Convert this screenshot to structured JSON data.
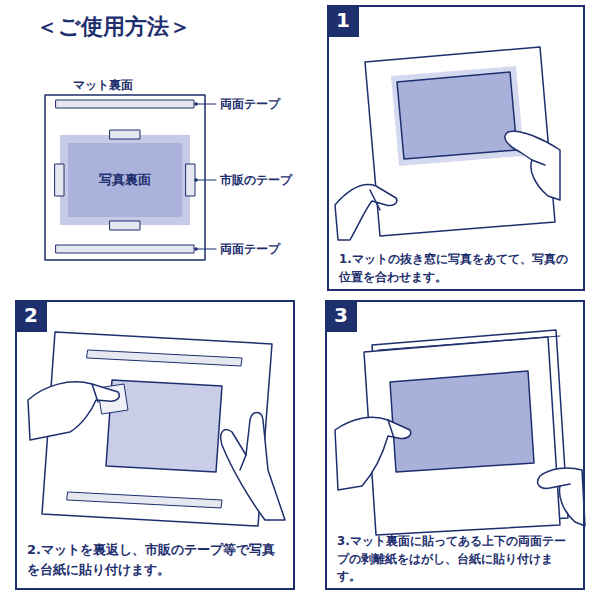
{
  "diagram": {
    "title": "＜ご使用方法＞",
    "nodes": [
      {
        "text": [
          "マット裏面"
        ]
      },
      {
        "text": [
          "写真裏面"
        ],
        "in": 0
      },
      {
        "text": [
          "1.マットの抜き窓に写真をあてて、写真の位置を合わせます。"
        ]
      },
      {
        "text": [
          "1"
        ],
        "in": 2
      },
      {
        "text": [
          "2.マットを裏返し、市販のテープ等で写真を台紙に貼り付けます。"
        ]
      },
      {
        "text": [
          "2"
        ],
        "in": 4
      },
      {
        "text": [
          "3.マット裏面に貼ってある上下の両面テープの剥離紙をはがし、台紙に貼り付けます。"
        ]
      },
      {
        "text": [
          "3"
        ],
        "in": 6
      }
    ],
    "labels": [
      "両面テープ",
      "市販のテープ",
      "両面テープ"
    ]
  }
}
